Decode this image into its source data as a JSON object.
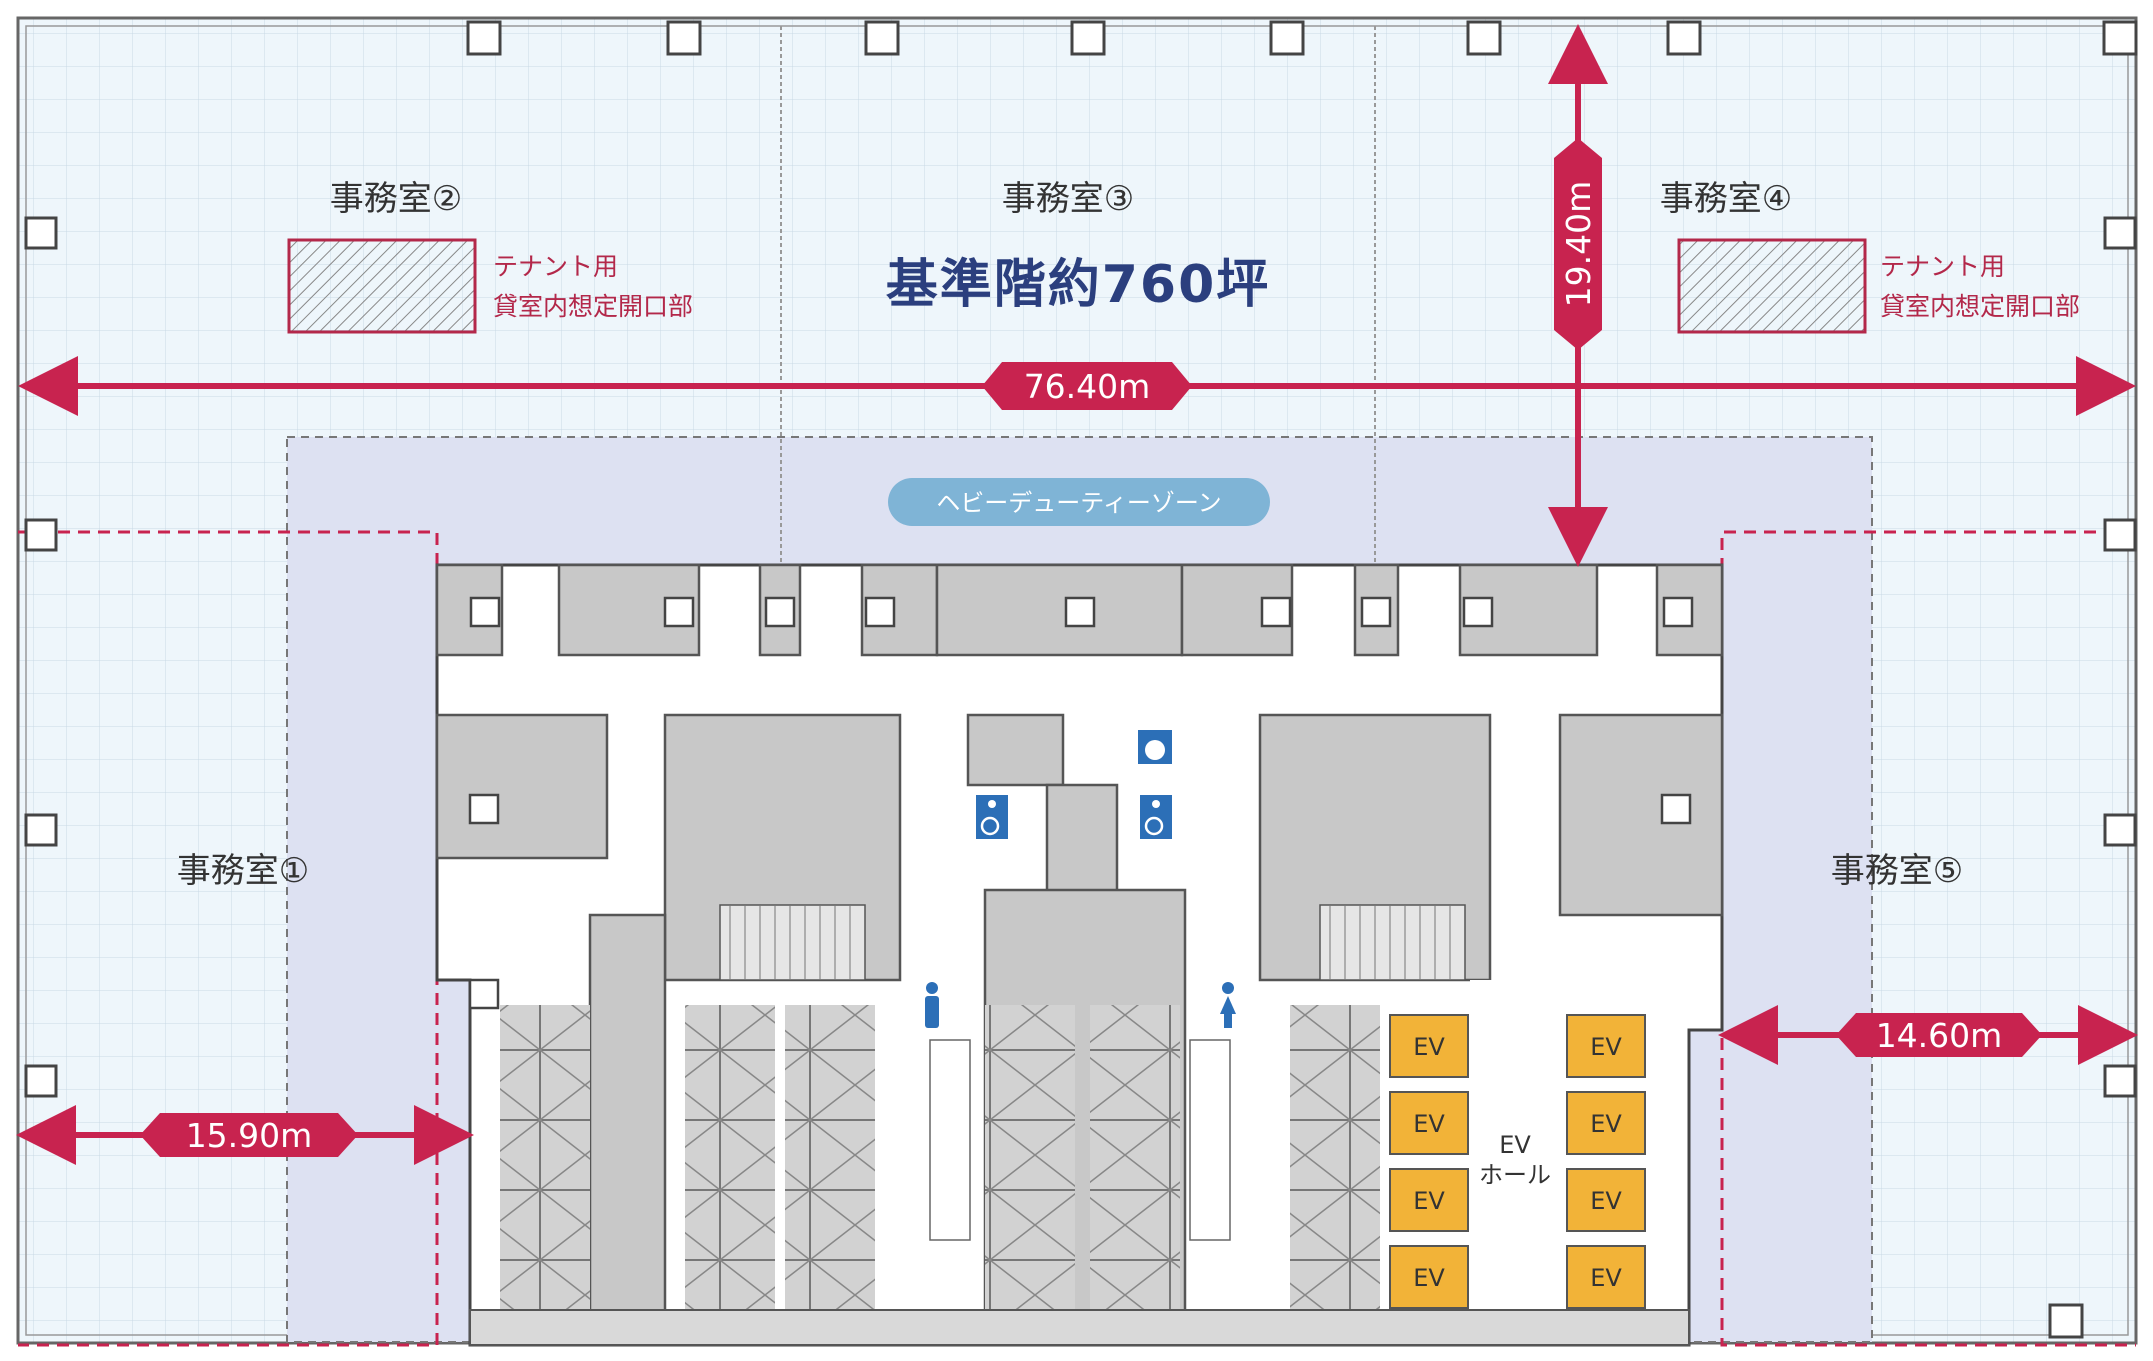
{
  "floor_title": "基準階約760坪",
  "heavy_duty_zone": "ヘビーデューティーゾーン",
  "rooms": {
    "office_1": "事務室①",
    "office_2": "事務室②",
    "office_3": "事務室③",
    "office_4": "事務室④",
    "office_5": "事務室⑤"
  },
  "tenant_opening": {
    "line1": "テナント用",
    "line2": "貸室内想定開口部"
  },
  "dimensions": {
    "total_width": "76.40m",
    "depth": "19.40m",
    "left_depth": "15.90m",
    "right_depth": "14.60m"
  },
  "elevator_label": "EV",
  "ev_hall": {
    "line1": "EV",
    "line2": "ホール"
  },
  "colors": {
    "dimension_accent": "#c8234f",
    "floor_fill": "#eef6fb",
    "heavy_zone_fill": "#dde1f2",
    "core_fill": "#c8c8c8",
    "elevator_fill": "#f2b338",
    "zone_pill": "#7fb4d6",
    "title_color": "#2b3f7e"
  },
  "icons": [
    "wheelchair-icon",
    "male-toilet-icon",
    "female-toilet-icon",
    "kettle-icon"
  ]
}
